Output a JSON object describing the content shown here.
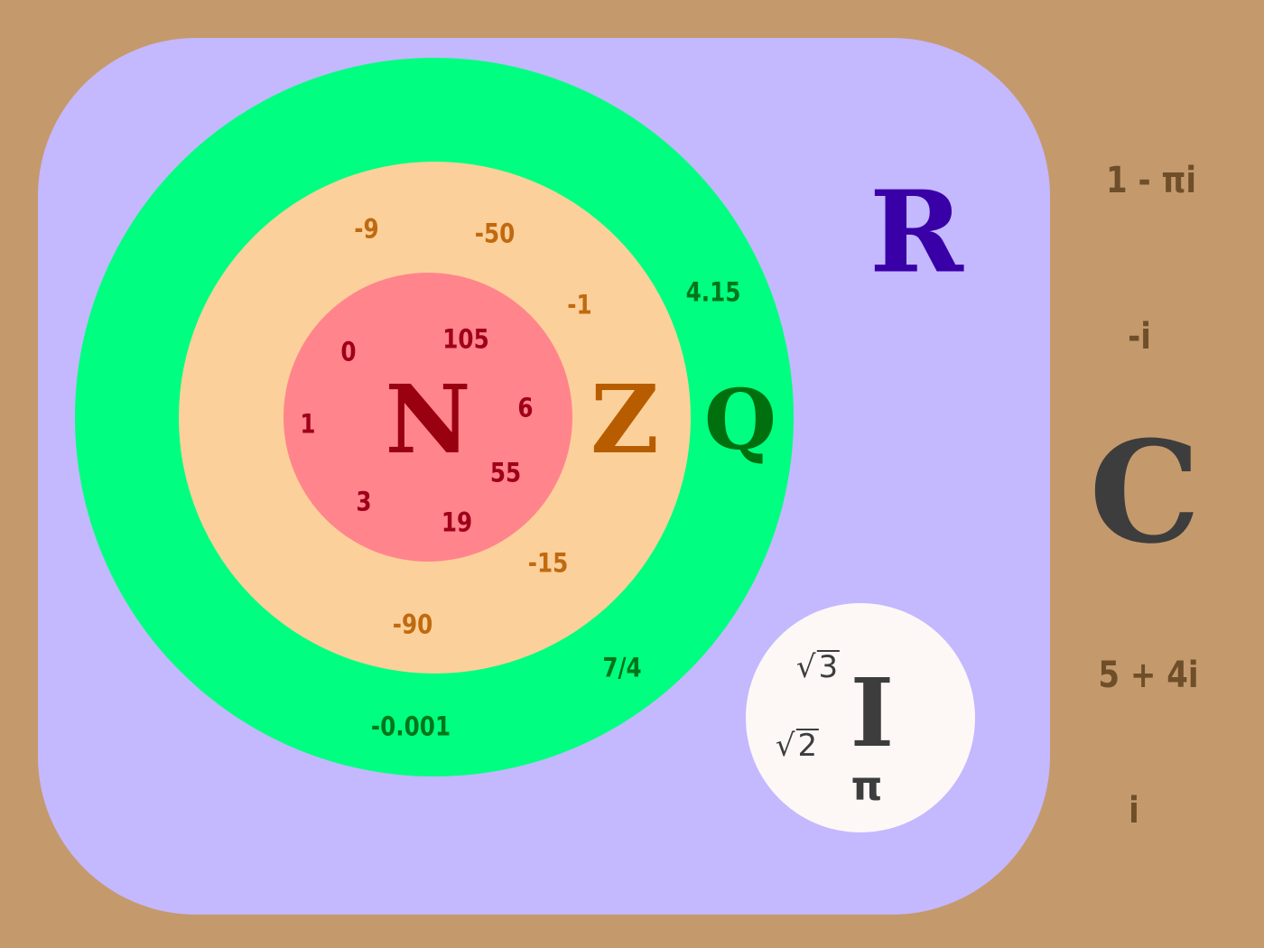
{
  "colors": {
    "background": "#c49a6c",
    "real": "#c4b8ff",
    "rational": "#00ff80",
    "integer": "#fcd09a",
    "natural": "#ff848c",
    "irrational": "#fdf8f6"
  },
  "complex": {
    "symbol": "C",
    "members": [
      "1 - πi",
      "-i",
      "5 + 4i",
      "i"
    ]
  },
  "real": {
    "symbol": "R"
  },
  "rational": {
    "symbol": "Q",
    "members": [
      "4.15",
      "7/4",
      "-0.001"
    ]
  },
  "integer": {
    "symbol": "Z",
    "members": [
      "-9",
      "-50",
      "-1",
      "-15",
      "-90"
    ]
  },
  "natural": {
    "symbol": "N",
    "members": [
      "0",
      "105",
      "1",
      "6",
      "55",
      "3",
      "19"
    ]
  },
  "irrational": {
    "symbol": "I",
    "sqrt_symbol": "√",
    "members": [
      "3",
      "2",
      "π"
    ]
  }
}
